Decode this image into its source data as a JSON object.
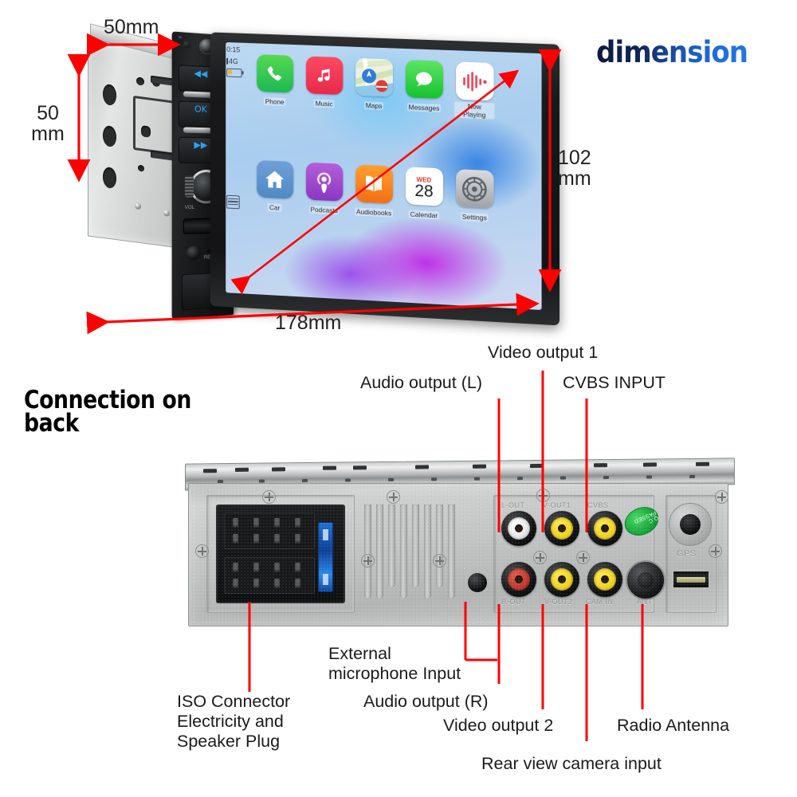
{
  "header": {
    "title": "dimension"
  },
  "section": {
    "connection_heading": "Connection on\nback"
  },
  "dimensions": {
    "width_top": "50mm",
    "depth_left": "50\nmm",
    "height_right": "102\nmm",
    "width_bottom": "178mm"
  },
  "device_screen": {
    "status": {
      "time": "0:15",
      "network": "4G"
    },
    "apps_row1": [
      {
        "name": "Phone",
        "icon": "phone-icon"
      },
      {
        "name": "Music",
        "icon": "music-note-icon"
      },
      {
        "name": "Maps",
        "icon": "maps-icon"
      },
      {
        "name": "Messages",
        "icon": "message-bubble-icon"
      },
      {
        "name": "Now Playing",
        "icon": "now-playing-icon"
      }
    ],
    "apps_row2": [
      {
        "name": "Car",
        "icon": "home-icon"
      },
      {
        "name": "Podcasts",
        "icon": "podcasts-icon"
      },
      {
        "name": "Audiobooks",
        "icon": "book-icon"
      },
      {
        "name": "Calendar",
        "icon": "calendar-icon",
        "day": "WED",
        "date": "28"
      },
      {
        "name": "Settings",
        "icon": "gear-icon"
      }
    ]
  },
  "faceplate": {
    "button_prev": "◀◀",
    "button_ok": "OK",
    "button_next": "▶▶",
    "volume_label": "VOL",
    "reset_label": "RES"
  },
  "rear_panel": {
    "port_marks": {
      "l_out": "L-OUT",
      "v_out1": "V-OUT1",
      "cvbs": "CVBS",
      "r_out": "R-OUT",
      "v_out2": "V-OUT2",
      "cam_in": "CAM IN",
      "ant": "ANT",
      "gps": "GPS"
    },
    "qc_sticker": "Q.C PASSED"
  },
  "callouts": {
    "video_output_1": "Video output 1",
    "audio_output_l": "Audio output (L)",
    "cvbs_input": "CVBS INPUT",
    "iso_connector": "ISO Connector\nElectricity and\nSpeaker Plug",
    "external_mic": "External\nmicrophone Input",
    "audio_output_r": "Audio output (R)",
    "video_output_2": "Video output 2",
    "rear_camera": "Rear view camera input",
    "radio_antenna": "Radio Antenna"
  },
  "colors": {
    "accent_red": "#ff0000",
    "title_dark": "#0d1b3e",
    "title_blue": "#2176e6"
  }
}
